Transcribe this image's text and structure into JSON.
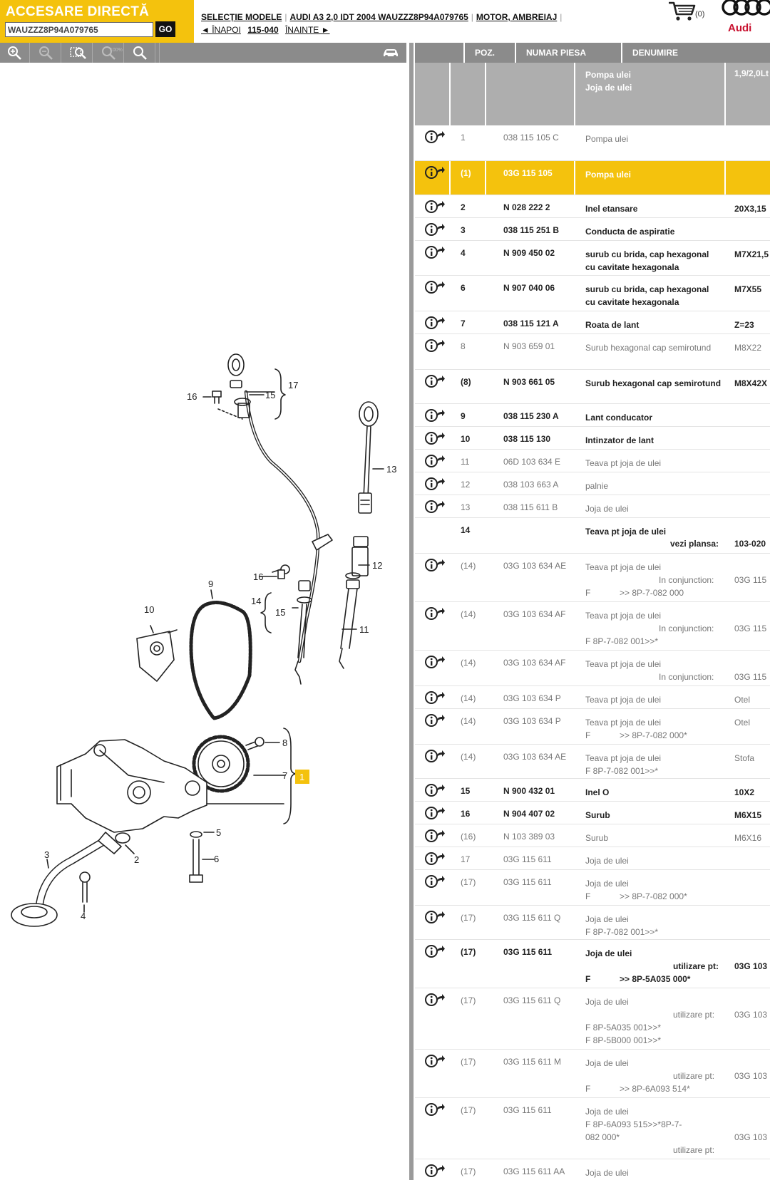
{
  "direct_access": {
    "title": "ACCESARE DIRECTĂ",
    "vin_value": "WAUZZZ8P94A079765",
    "go_label": "GO"
  },
  "breadcrumb": {
    "models": "SELECȚIE MODELE",
    "vehicle": "AUDI A3 2,0 IDT 2004 WAUZZZ8P94A079765",
    "group": "MOTOR, AMBREIAJ",
    "back": "◄ ÎNAPOI",
    "page": "115-040",
    "forward": "ÎNAINTE ►"
  },
  "cart": {
    "count": "(0)"
  },
  "brand": {
    "name": "Audi",
    "color": "#c8102e"
  },
  "toolbar_icons": [
    "zoom-in-icon",
    "zoom-out-icon",
    "zoom-fit-icon",
    "zoom-100-icon",
    "search-icon",
    "car-icon"
  ],
  "zoom_100_label": "100%",
  "table_header": {
    "pos": "POZ.",
    "number": "NUMAR PIESA",
    "name": "DENUMIRE"
  },
  "group": {
    "title1": "Pompa ulei",
    "title2": "Joja de ulei",
    "spec": "1,9/2,0Lt"
  },
  "labels": {
    "in_conj": "In conjunction:",
    "use_for": "utilizare pt:",
    "see_plate": "vezi plansa:"
  },
  "colors": {
    "accent": "#f4c20d",
    "header": "#8b8b8b"
  },
  "callouts": {
    "c1": "1",
    "c2": "2",
    "c3": "3",
    "c4": "4",
    "c5": "5",
    "c6": "6",
    "c7": "7",
    "c8": "8",
    "c9": "9",
    "c10": "10",
    "c11": "11",
    "c12": "12",
    "c13": "13",
    "c14": "14",
    "c15a": "15",
    "c15b": "15",
    "c16a": "16",
    "c16b": "16",
    "c17": "17"
  },
  "parts": [
    {
      "pos": "1",
      "num": "038 115 105 C",
      "name": "Pompa ulei",
      "spec": ""
    },
    {
      "pos": "(1)",
      "num": "03G 115 105",
      "name": "Pompa ulei",
      "spec": ""
    },
    {
      "pos": "2",
      "num": "N  028 222 2",
      "name": "Inel etansare",
      "spec": "20X3,15"
    },
    {
      "pos": "3",
      "num": "038 115 251 B",
      "name": "Conducta de aspiratie",
      "spec": ""
    },
    {
      "pos": "4",
      "num": "N  909 450 02",
      "name": "surub cu brida, cap hexagonal",
      "name2": "cu cavitate hexagonala",
      "spec": "M7X21,5"
    },
    {
      "pos": "6",
      "num": "N  907 040 06",
      "name": "surub cu brida, cap hexagonal",
      "name2": "cu cavitate hexagonala",
      "spec": "M7X55"
    },
    {
      "pos": "7",
      "num": "038 115 121 A",
      "name": "Roata de lant",
      "spec": "Z=23"
    },
    {
      "pos": "8",
      "num": "N  903 659 01",
      "name": "Surub hexagonal cap semirotund",
      "spec": "M8X22"
    },
    {
      "pos": "(8)",
      "num": "N  903 661 05",
      "name": "Surub hexagonal cap semirotund",
      "spec": "M8X42X"
    },
    {
      "pos": "9",
      "num": "038 115 230 A",
      "name": "Lant conducator",
      "spec": ""
    },
    {
      "pos": "10",
      "num": "038 115 130",
      "name": "Intinzator de lant",
      "spec": ""
    },
    {
      "pos": "11",
      "num": "06D 103 634 E",
      "name": "Teava pt joja de ulei",
      "spec": ""
    },
    {
      "pos": "12",
      "num": "038 103 663 A",
      "name": "palnie",
      "spec": ""
    },
    {
      "pos": "13",
      "num": "038 115 611 B",
      "name": "Joja de ulei",
      "spec": ""
    },
    {
      "pos": "14",
      "num": "",
      "name": "Teava pt joja de ulei",
      "spec": "103-020"
    },
    {
      "pos": "(14)",
      "num": "03G 103 634 AE",
      "name": "Teava pt joja de ulei",
      "spec": "03G 115",
      "f1": "F",
      "f2": ">> 8P-7-082 000"
    },
    {
      "pos": "(14)",
      "num": "03G 103 634 AF",
      "name": "Teava pt joja de ulei",
      "spec": "03G 115",
      "f1": "F 8P-7-082 001>>*"
    },
    {
      "pos": "(14)",
      "num": "03G 103 634 AF",
      "name": "Teava pt joja de ulei",
      "spec": "03G 115"
    },
    {
      "pos": "(14)",
      "num": "03G 103 634 P",
      "name": "Teava pt joja de ulei",
      "spec": "Otel"
    },
    {
      "pos": "(14)",
      "num": "03G 103 634 P",
      "name": "Teava pt joja de ulei",
      "spec": "Otel",
      "f1": "F",
      "f2": ">> 8P-7-082 000*"
    },
    {
      "pos": "(14)",
      "num": "03G 103 634 AE",
      "name": "Teava pt joja de ulei",
      "spec": "Stofa",
      "f1": "F 8P-7-082 001>>*"
    },
    {
      "pos": "15",
      "num": "N  900 432 01",
      "name": "Inel O",
      "spec": "10X2"
    },
    {
      "pos": "16",
      "num": "N  904 407 02",
      "name": "Surub",
      "spec": "M6X15"
    },
    {
      "pos": "(16)",
      "num": "N  103 389 03",
      "name": "Surub",
      "spec": "M6X16"
    },
    {
      "pos": "17",
      "num": "03G 115 611",
      "name": "Joja de ulei",
      "spec": ""
    },
    {
      "pos": "(17)",
      "num": "03G 115 611",
      "name": "Joja de ulei",
      "spec": "",
      "f1": "F",
      "f2": ">> 8P-7-082 000*"
    },
    {
      "pos": "(17)",
      "num": "03G 115 611 Q",
      "name": "Joja de ulei",
      "spec": "",
      "f1": "F 8P-7-082 001>>*"
    },
    {
      "pos": "(17)",
      "num": "03G 115 611",
      "name": "Joja de ulei",
      "spec": "03G 103",
      "f1": "F",
      "f2": ">> 8P-5A035 000*"
    },
    {
      "pos": "(17)",
      "num": "03G 115 611 Q",
      "name": "Joja de ulei",
      "spec": "03G 103",
      "f1": "F 8P-5A035 001>>*",
      "f3": "F 8P-5B000 001>>*"
    },
    {
      "pos": "(17)",
      "num": "03G 115 611 M",
      "name": "Joja de ulei",
      "spec": "03G 103",
      "f1": "F",
      "f2": ">> 8P-6A093 514*"
    },
    {
      "pos": "(17)",
      "num": "03G 115 611",
      "name": "Joja de ulei",
      "name2": "F 8P-6A093 515>>*8P-7-",
      "name3": "082 000*",
      "spec": "03G 103"
    },
    {
      "pos": "(17)",
      "num": "03G 115 611 AA",
      "name": "Joja de ulei",
      "spec": ""
    }
  ]
}
